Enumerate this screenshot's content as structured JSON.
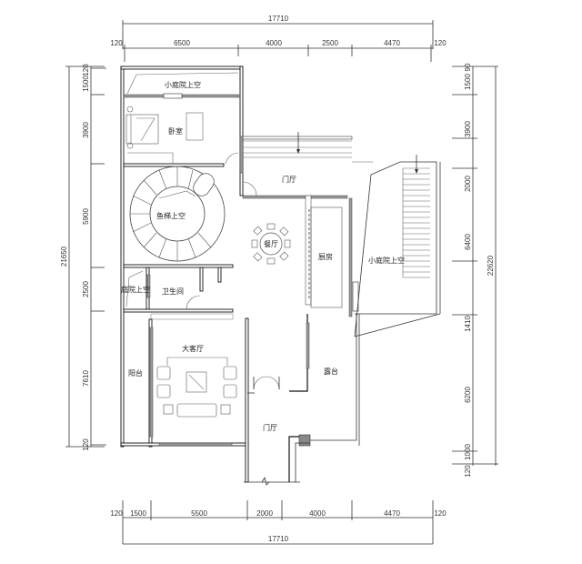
{
  "plan": {
    "top_dims": {
      "total": "17710",
      "left_wall": "120",
      "right_wall": "120",
      "segments": [
        "6500",
        "4000",
        "2500",
        "4470"
      ]
    },
    "bottom_dims": {
      "total": "17710",
      "left_wall": "120",
      "right_wall": "120",
      "segments": [
        "1500",
        "5500",
        "2000",
        "4000",
        "4470"
      ]
    },
    "left_dims": {
      "total": "21650",
      "top_wall": "120",
      "bottom_wall": "120",
      "segments": [
        "1500",
        "3900",
        "5900",
        "2500",
        "7610"
      ]
    },
    "right_dims": {
      "total": "22620",
      "top_wall": "90",
      "bottom_wall": "120",
      "segments": [
        "1500",
        "3900",
        "2000",
        "6400",
        "1410",
        "6200",
        "1000"
      ]
    },
    "rooms": {
      "courtyard_void_top": "小庭院上空",
      "bedroom": "卧室",
      "stair_void": "鱼梯上空",
      "foyer_top": "门厅",
      "dining": "餐厅",
      "kitchen": "厨房",
      "courtyard_void_right": "小庭院上空",
      "yard_void_left": "庭院上空",
      "bathroom": "卫生间",
      "living_room": "大客厅",
      "balcony": "阳台",
      "terrace": "露台",
      "foyer_bottom": "门厅"
    }
  }
}
